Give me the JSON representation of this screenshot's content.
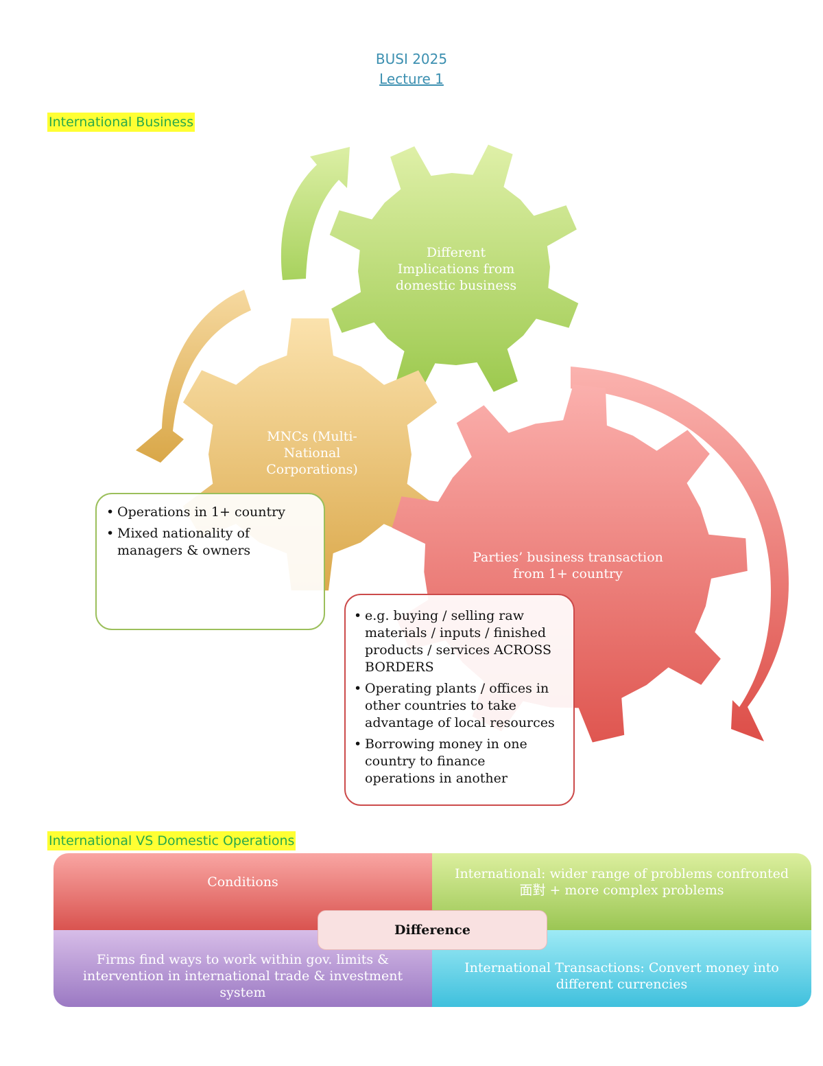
{
  "header": {
    "course": "BUSI 2025",
    "lecture": "Lecture 1"
  },
  "sections": {
    "international_business": "International Business",
    "vs_heading": "International VS Domestic Operations"
  },
  "gears": {
    "green": {
      "lines": [
        "Different",
        "Implications from",
        "domestic business"
      ],
      "color": "#a8d25e"
    },
    "orange": {
      "lines": [
        "MNCs (Multi-",
        "National",
        "Corporations)"
      ],
      "color": "#e8bd6a"
    },
    "red": {
      "lines": [
        "Parties’ business transaction",
        "from 1+ country"
      ],
      "color": "#e86a64"
    }
  },
  "mnc_box": {
    "items": [
      {
        "lines": [
          "Operations in 1+ country"
        ]
      },
      {
        "lines": [
          "Mixed nationality of",
          "managers & owners"
        ]
      }
    ]
  },
  "parties_box": {
    "items": [
      {
        "lines": [
          "e.g. buying / selling raw",
          "materials / inputs / finished",
          "products / services ACROSS",
          "BORDERS"
        ]
      },
      {
        "lines": [
          "Operating plants / offices in",
          "other countries to take",
          "advantage of local resources"
        ]
      },
      {
        "lines": [
          "Borrowing money in one",
          "country to finance",
          "operations in another"
        ]
      }
    ]
  },
  "matrix": {
    "conditions": [
      "Conditions"
    ],
    "international": [
      "International: wider range of problems confronted",
      "面對 + more complex problems"
    ],
    "firms": [
      "Firms find ways to work within gov. limits &",
      "intervention in international trade & investment",
      "system"
    ],
    "transactions": [
      "International Transactions: Convert money into",
      "different currencies"
    ],
    "center": "Difference"
  }
}
